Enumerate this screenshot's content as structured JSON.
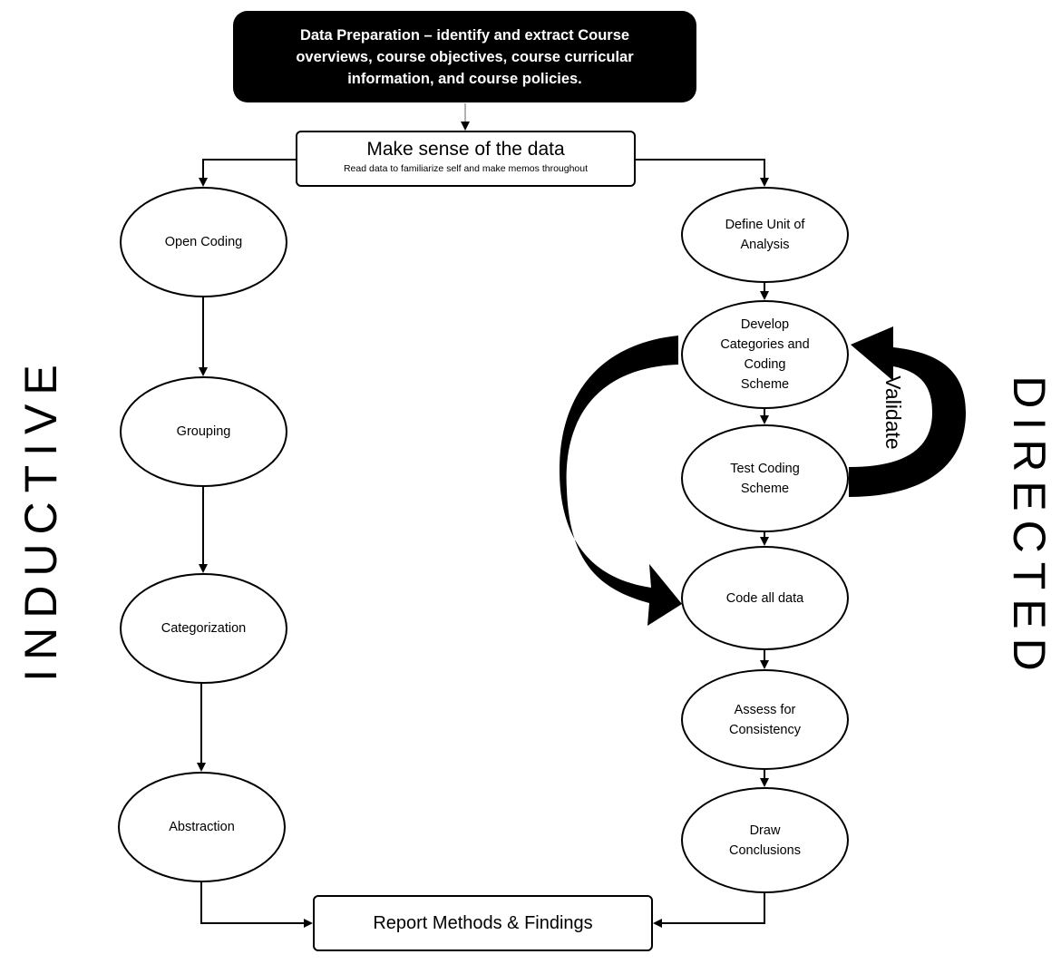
{
  "top_box": {
    "text": "Data Preparation – identify and extract Course overviews, course objectives, course curricular information, and course policies."
  },
  "sense_box": {
    "title": "Make sense of the data",
    "subtitle": "Read data to familiarize self and make memos throughout"
  },
  "inductive": {
    "label": "INDUCTIVE",
    "steps": [
      "Open Coding",
      "Grouping",
      "Categorization",
      "Abstraction"
    ]
  },
  "directed": {
    "label": "DIRECTED",
    "steps": [
      "Define Unit of Analysis",
      "Develop Categories and Coding Scheme",
      "Test Coding Scheme",
      "Code all data",
      "Assess for Consistency",
      "Draw Conclusions"
    ],
    "loop_label": "Validate"
  },
  "report_box": {
    "text": "Report Methods & Findings"
  }
}
